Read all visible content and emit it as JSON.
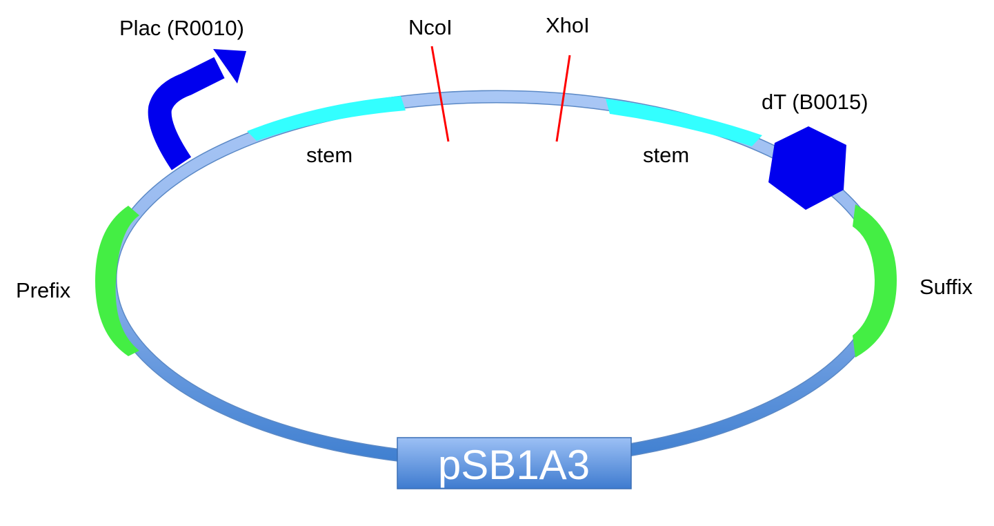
{
  "diagram": {
    "promoter_label": "Plac (R0010)",
    "terminator_label": "dT (B0015)",
    "site1_label": "NcoI",
    "site2_label": "XhoI",
    "stem_left_label": "stem",
    "stem_right_label": "stem",
    "prefix_label": "Prefix",
    "suffix_label": "Suffix",
    "backbone_label": "pSB1A3"
  },
  "colors": {
    "ring_top": "#a4c2f4",
    "ring_bottom": "#4a86d0",
    "stem": "#33ffff",
    "cut_site": "#ff0000",
    "promoter": "#0000ee",
    "terminator": "#0000ee",
    "prefix_suffix": "#44ee44",
    "backbone_box": "#5b95dc"
  }
}
